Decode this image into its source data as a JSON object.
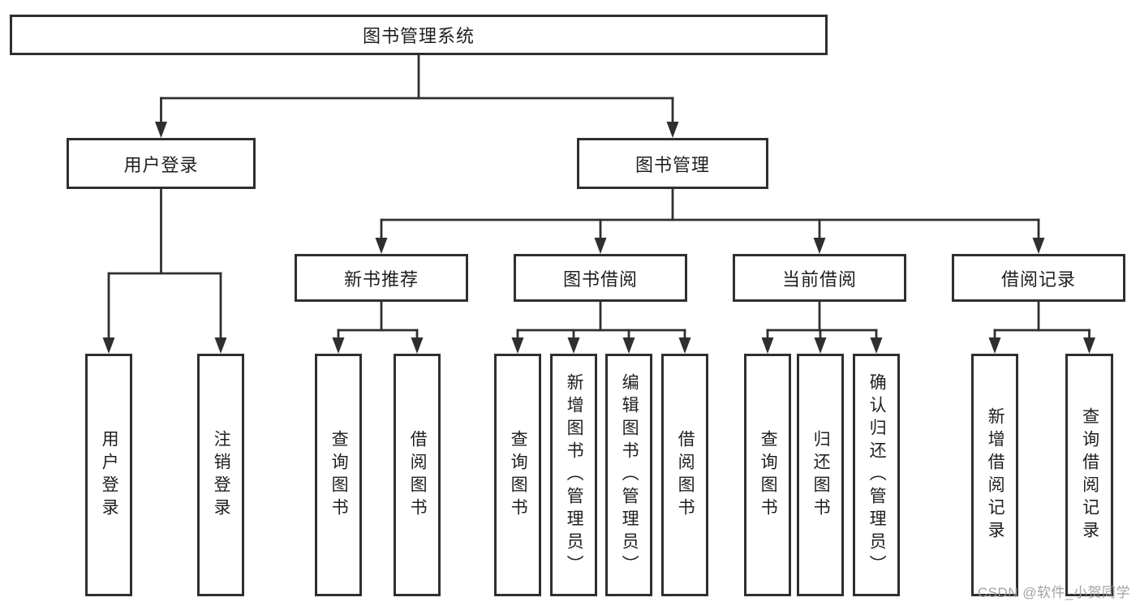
{
  "diagram": {
    "root": {
      "label": "图书管理系统"
    },
    "branches": {
      "user_login": {
        "label": "用户登录",
        "children": {
          "login": "用户登录",
          "logout": "注销登录"
        }
      },
      "book_management": {
        "label": "图书管理",
        "children": {
          "new_book": {
            "label": "新书推荐",
            "children": {
              "query": "查询图书",
              "borrow": "借阅图书"
            }
          },
          "borrowing": {
            "label": "图书借阅",
            "children": {
              "query": "查询图书",
              "add": "新增图书（管理员）",
              "edit": "编辑图书（管理员）",
              "borrow": "借阅图书"
            }
          },
          "current": {
            "label": "当前借阅",
            "children": {
              "query": "查询图书",
              "return": "归还图书",
              "confirm": "确认归还（管理员）"
            }
          },
          "records": {
            "label": "借阅记录",
            "children": {
              "add": "新增借阅记录",
              "query": "查询借阅记录"
            }
          }
        }
      }
    },
    "watermark": "CSDN @软件_小贺同学",
    "colors": {
      "line": "#2f2f2f",
      "box_border": "#2f2f2f",
      "box_background": "#ffffff",
      "text": "#1f1f1f",
      "watermark": "#9a9a9a"
    }
  }
}
